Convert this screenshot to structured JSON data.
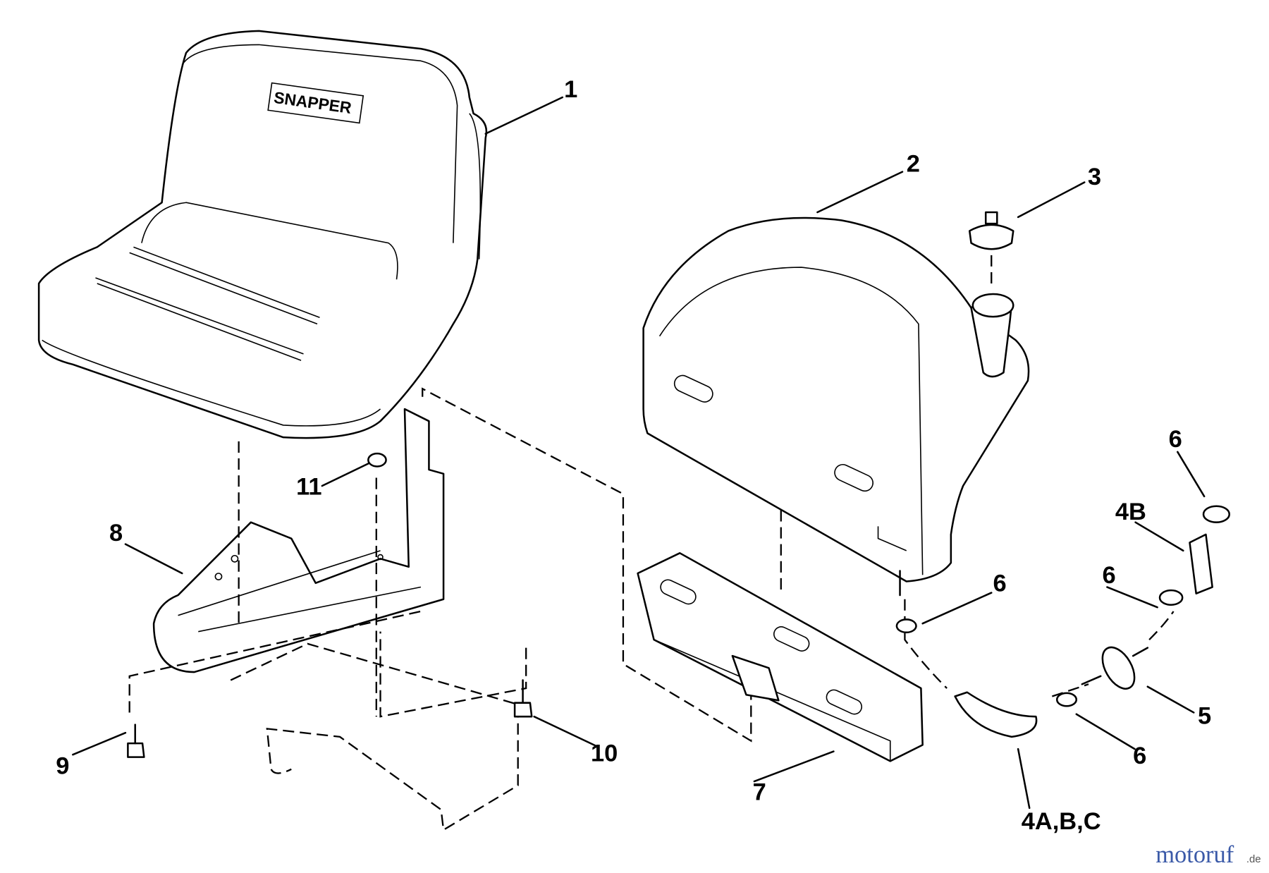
{
  "diagram": {
    "seat_brand": "SNAPPER",
    "callouts": {
      "c1": "1",
      "c2": "2",
      "c3": "3",
      "c4b": "4B",
      "c4abc": "4A,B,C",
      "c5": "5",
      "c6a": "6",
      "c6b": "6",
      "c6c": "6",
      "c6d": "6",
      "c7": "7",
      "c8": "8",
      "c9": "9",
      "c10": "10",
      "c11": "11"
    },
    "watermark": {
      "main": "motoruf",
      "tld": ".de",
      "colors": [
        "#3b5aa8",
        "#3b5aa8",
        "#e8572a",
        "#3a9a3a",
        "#d43f8d",
        "#e8a21f",
        "#e07b1b"
      ]
    }
  }
}
